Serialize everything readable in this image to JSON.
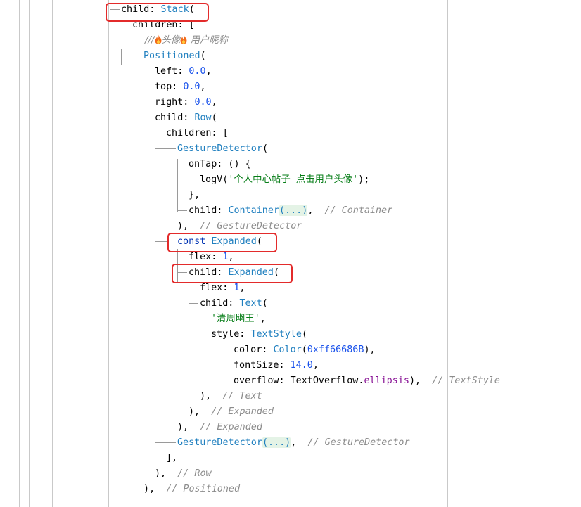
{
  "editor": {
    "colors": {
      "background": "#ffffff",
      "class_name": "#1f7fbf",
      "number": "#1750eb",
      "string": "#067d17",
      "comment": "#8c8c8c",
      "keyword": "#0033b3",
      "enum_field": "#871094",
      "highlight_box": "#e32b2b",
      "fold_bg": "#e4f3e6"
    },
    "icons": [
      "fire-icon"
    ],
    "lines": [
      {
        "id": 0,
        "tokens": [
          [
            "p",
            "child: "
          ],
          [
            "c",
            "Stack"
          ],
          [
            "p",
            "("
          ]
        ]
      },
      {
        "id": 1,
        "tokens": [
          [
            "p",
            "children: ["
          ]
        ]
      },
      {
        "id": 2,
        "tokens": [
          [
            "d",
            "///"
          ],
          [
            "d",
            "头像"
          ],
          [
            "d",
            " 用户昵称"
          ]
        ]
      },
      {
        "id": 3,
        "tokens": [
          [
            "c",
            "Positioned"
          ],
          [
            "p",
            "("
          ]
        ]
      },
      {
        "id": 4,
        "tokens": [
          [
            "p",
            "left: "
          ],
          [
            "n",
            "0.0"
          ],
          [
            "p",
            ","
          ]
        ]
      },
      {
        "id": 5,
        "tokens": [
          [
            "p",
            "top: "
          ],
          [
            "n",
            "0.0"
          ],
          [
            "p",
            ","
          ]
        ]
      },
      {
        "id": 6,
        "tokens": [
          [
            "p",
            "right: "
          ],
          [
            "n",
            "0.0"
          ],
          [
            "p",
            ","
          ]
        ]
      },
      {
        "id": 7,
        "tokens": [
          [
            "p",
            "child: "
          ],
          [
            "c",
            "Row"
          ],
          [
            "p",
            "("
          ]
        ]
      },
      {
        "id": 8,
        "tokens": [
          [
            "p",
            "children: ["
          ]
        ]
      },
      {
        "id": 9,
        "tokens": [
          [
            "c",
            "GestureDetector"
          ],
          [
            "p",
            "("
          ]
        ]
      },
      {
        "id": 10,
        "tokens": [
          [
            "p",
            "onTap: () {"
          ]
        ]
      },
      {
        "id": 11,
        "tokens": [
          [
            "p",
            "logV("
          ],
          [
            "s",
            "'个人中心帖子 点击用户头像'"
          ],
          [
            "p",
            ");"
          ]
        ]
      },
      {
        "id": 12,
        "tokens": [
          [
            "p",
            "},"
          ]
        ]
      },
      {
        "id": 13,
        "tokens": [
          [
            "p",
            "child: "
          ],
          [
            "c",
            "Container"
          ],
          [
            "f",
            "(...)"
          ],
          [
            "p",
            ",  "
          ],
          [
            "m",
            "// Container"
          ]
        ]
      },
      {
        "id": 14,
        "tokens": [
          [
            "p",
            "),  "
          ],
          [
            "m",
            "// GestureDetector"
          ]
        ]
      },
      {
        "id": 15,
        "tokens": [
          [
            "k",
            "const "
          ],
          [
            "c",
            "Expanded"
          ],
          [
            "p",
            "("
          ]
        ]
      },
      {
        "id": 16,
        "tokens": [
          [
            "p",
            "flex: "
          ],
          [
            "n",
            "1"
          ],
          [
            "p",
            ","
          ]
        ]
      },
      {
        "id": 17,
        "tokens": [
          [
            "p",
            "child: "
          ],
          [
            "c",
            "Expanded"
          ],
          [
            "p",
            "("
          ]
        ]
      },
      {
        "id": 18,
        "tokens": [
          [
            "p",
            "flex: "
          ],
          [
            "n",
            "1"
          ],
          [
            "p",
            ","
          ]
        ]
      },
      {
        "id": 19,
        "tokens": [
          [
            "p",
            "child: "
          ],
          [
            "c",
            "Text"
          ],
          [
            "p",
            "("
          ]
        ]
      },
      {
        "id": 20,
        "tokens": [
          [
            "s",
            "'清周幽王'"
          ],
          [
            "p",
            ","
          ]
        ]
      },
      {
        "id": 21,
        "tokens": [
          [
            "p",
            "style: "
          ],
          [
            "c",
            "TextStyle"
          ],
          [
            "p",
            "("
          ]
        ]
      },
      {
        "id": 22,
        "tokens": [
          [
            "p",
            "color: "
          ],
          [
            "c",
            "Color"
          ],
          [
            "p",
            "("
          ],
          [
            "n",
            "0xff66686B"
          ],
          [
            "p",
            "),"
          ]
        ]
      },
      {
        "id": 23,
        "tokens": [
          [
            "p",
            "fontSize: "
          ],
          [
            "n",
            "14.0"
          ],
          [
            "p",
            ","
          ]
        ]
      },
      {
        "id": 24,
        "tokens": [
          [
            "p",
            "overflow: TextOverflow."
          ],
          [
            "e",
            "ellipsis"
          ],
          [
            "p",
            "),  "
          ],
          [
            "m",
            "// TextStyle"
          ]
        ]
      },
      {
        "id": 25,
        "tokens": [
          [
            "p",
            "),  "
          ],
          [
            "m",
            "// Text"
          ]
        ]
      },
      {
        "id": 26,
        "tokens": [
          [
            "p",
            "),  "
          ],
          [
            "m",
            "// Expanded"
          ]
        ]
      },
      {
        "id": 27,
        "tokens": [
          [
            "p",
            "),  "
          ],
          [
            "m",
            "// Expanded"
          ]
        ]
      },
      {
        "id": 28,
        "tokens": [
          [
            "c",
            "GestureDetector"
          ],
          [
            "f",
            "(...)"
          ],
          [
            "p",
            ",  "
          ],
          [
            "m",
            "// GestureDetector"
          ]
        ]
      },
      {
        "id": 29,
        "tokens": [
          [
            "p",
            "],"
          ]
        ]
      },
      {
        "id": 30,
        "tokens": [
          [
            "p",
            "),  "
          ],
          [
            "m",
            "// Row"
          ]
        ]
      },
      {
        "id": 31,
        "tokens": [
          [
            "p",
            "),  "
          ],
          [
            "m",
            "// Positioned"
          ]
        ]
      }
    ],
    "highlighted_lines": [
      0,
      15,
      17
    ]
  }
}
